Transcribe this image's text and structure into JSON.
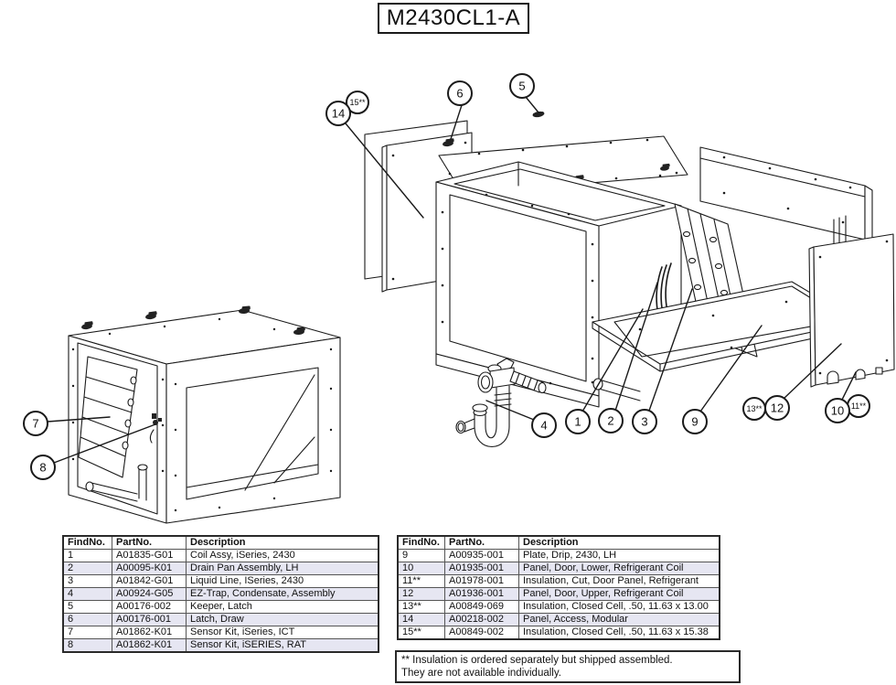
{
  "title": "M2430CL1-A",
  "callouts": [
    {
      "label": "1"
    },
    {
      "label": "2"
    },
    {
      "label": "3"
    },
    {
      "label": "4"
    },
    {
      "label": "5"
    },
    {
      "label": "6"
    },
    {
      "label": "7"
    },
    {
      "label": "8"
    },
    {
      "label": "9"
    },
    {
      "label": "10"
    },
    {
      "label": "11**"
    },
    {
      "label": "12"
    },
    {
      "label": "13**"
    },
    {
      "label": "14"
    },
    {
      "label": "15**"
    }
  ],
  "parts_tables": {
    "left": {
      "headers": [
        "FindNo.",
        "PartNo.",
        "Description"
      ],
      "rows": [
        [
          "1",
          "A01835-G01",
          "Coil Assy, iSeries, 2430"
        ],
        [
          "2",
          "A00095-K01",
          "Drain Pan Assembly, LH"
        ],
        [
          "3",
          "A01842-G01",
          "Liquid Line, ISeries, 2430"
        ],
        [
          "4",
          "A00924-G05",
          "EZ-Trap, Condensate, Assembly"
        ],
        [
          "5",
          "A00176-002",
          "Keeper, Latch"
        ],
        [
          "6",
          "A00176-001",
          "Latch, Draw"
        ],
        [
          "7",
          "A01862-K01",
          "Sensor Kit, iSeries, ICT"
        ],
        [
          "8",
          "A01862-K01",
          "Sensor Kit, iSERIES, RAT"
        ]
      ]
    },
    "right": {
      "headers": [
        "FindNo.",
        "PartNo.",
        "Description"
      ],
      "rows": [
        [
          "9",
          "A00935-001",
          "Plate, Drip, 2430, LH"
        ],
        [
          "10",
          "A01935-001",
          "Panel, Door, Lower, Refrigerant Coil"
        ],
        [
          "11**",
          "A01978-001",
          "Insulation, Cut, Door Panel, Refrigerant"
        ],
        [
          "12",
          "A01936-001",
          "Panel, Door, Upper, Refrigerant Coil"
        ],
        [
          "13**",
          "A00849-069",
          "Insulation, Closed Cell, .50, 11.63 x 13.00"
        ],
        [
          "14",
          "A00218-002",
          "Panel, Access, Modular"
        ],
        [
          "15**",
          "A00849-002",
          "Insulation, Closed Cell, .50, 11.63 x 15.38"
        ]
      ]
    }
  },
  "note": {
    "line1": "** Insulation is ordered separately but shipped assembled.",
    "line2": "They are not available individually."
  },
  "colors": {
    "line": "#1a1a1a",
    "row_stripe": "#e6e6f2",
    "background": "#ffffff"
  }
}
